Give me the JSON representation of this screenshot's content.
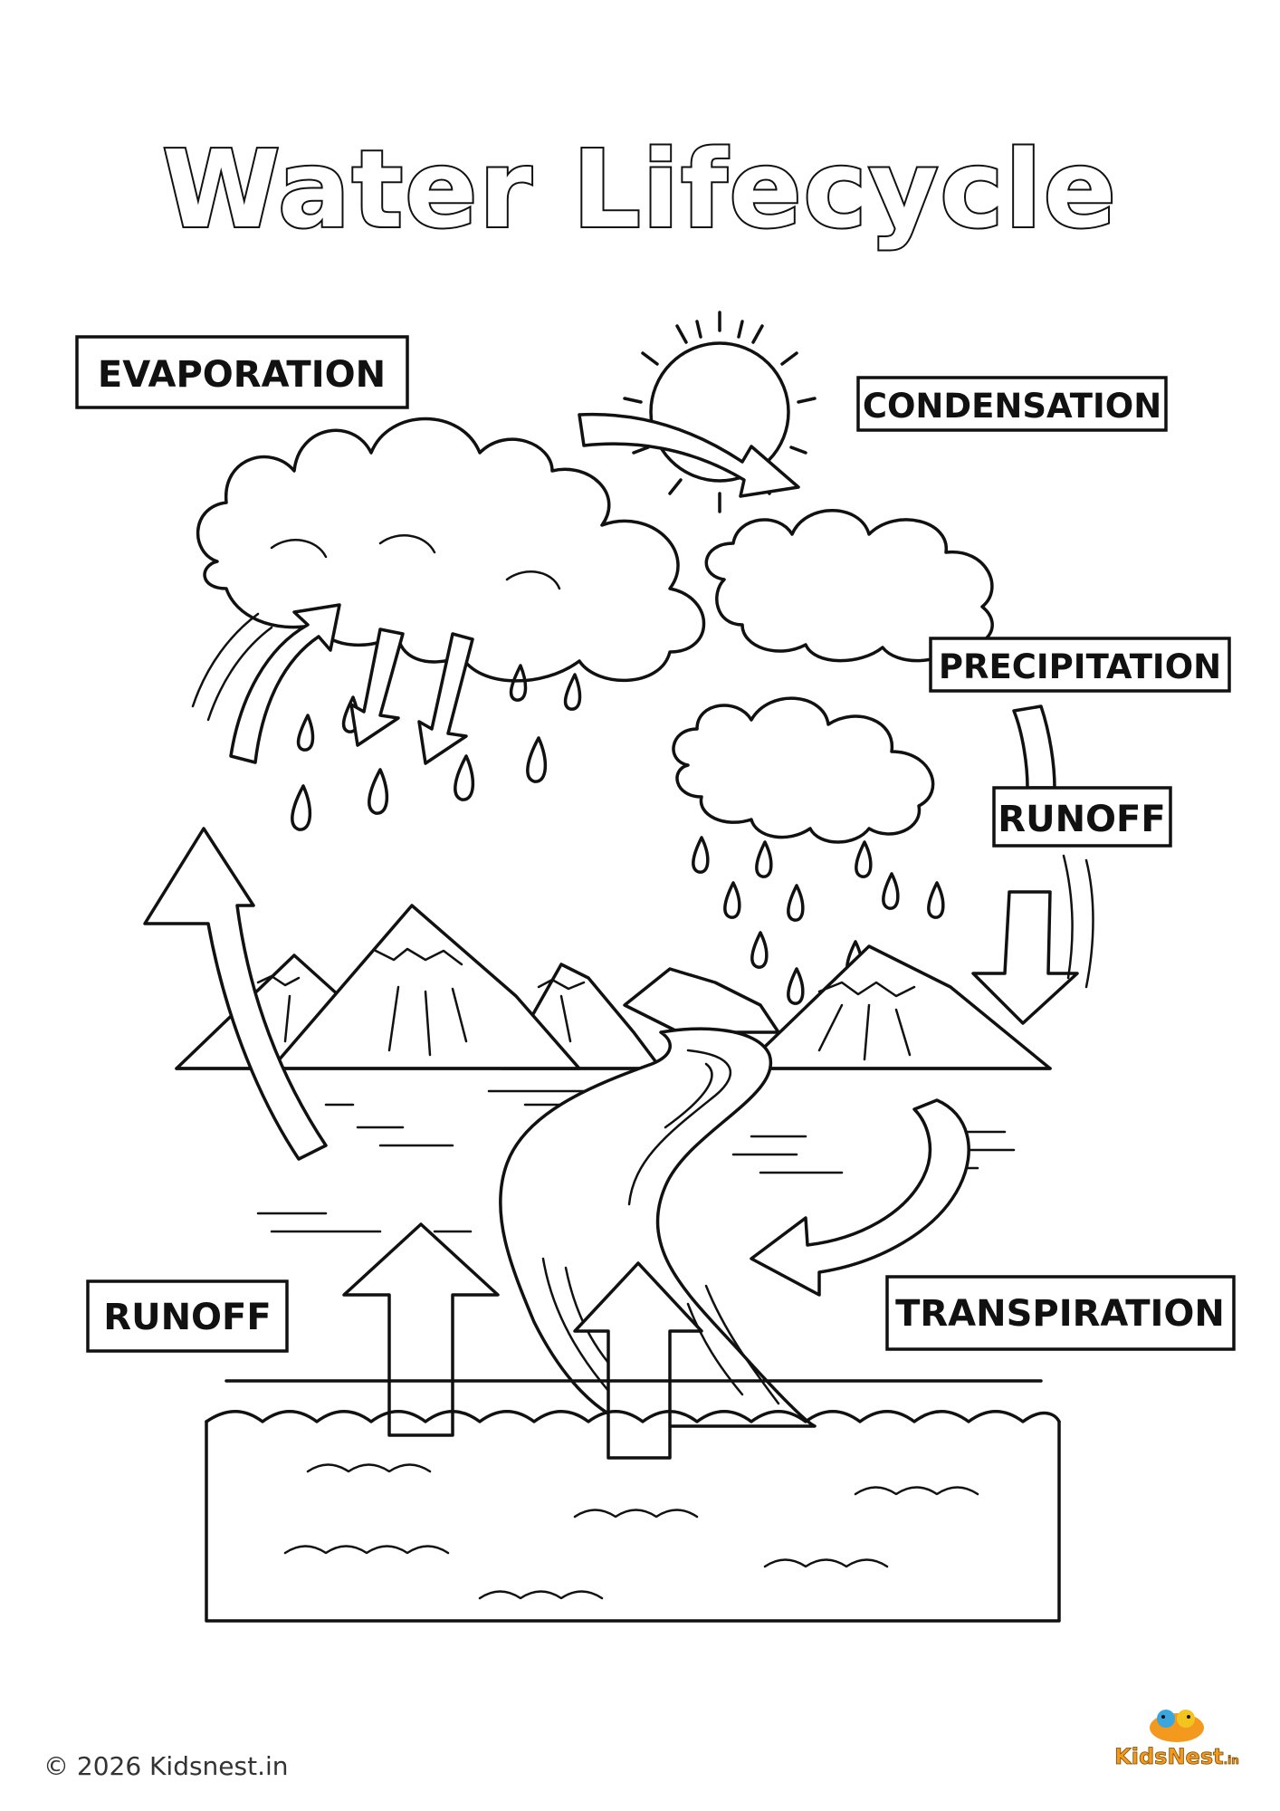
{
  "title": "Water Lifecycle",
  "labels": {
    "evaporation": "EVAPORATION",
    "condensation": "CONDENSATION",
    "precipitation": "PRECIPITATION",
    "runoff_right": "RUNOFF",
    "runoff_left": "RUNOFF",
    "transpiration": "TRANSPIRATION"
  },
  "footer": {
    "copyright": "© 2026 Kidsnest.in",
    "logo_text": "KidsNest.in"
  },
  "colors": {
    "line": "#111111",
    "background": "#ffffff",
    "logo_orange": "#f39a1e",
    "logo_blue": "#3aa6dd"
  }
}
